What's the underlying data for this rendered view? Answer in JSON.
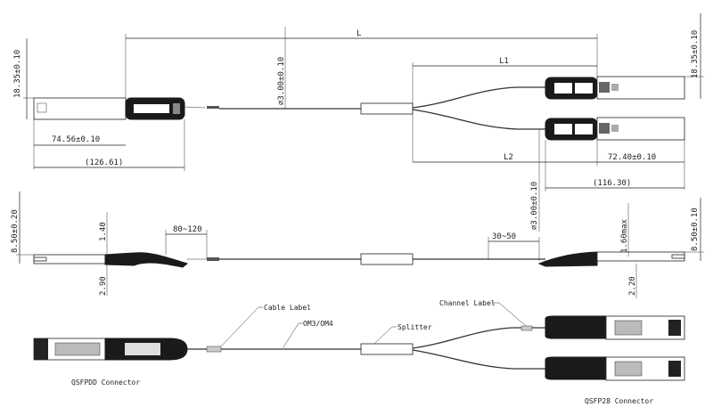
{
  "top_view": {
    "L": "L",
    "L1": "L1",
    "L2": "L2",
    "cable_dia_1": "∅3.00±0.10",
    "cable_dia_2": "∅3.00±0.10",
    "left_height": "18.35±0.10",
    "right_height": "18.35±0.10",
    "qsfpdd_len": "74.56±0.10",
    "qsfpdd_total": "(126.61)",
    "qsfp28_len": "72.40±0.10",
    "qsfp28_total": "(116.30)"
  },
  "side_view": {
    "left_height": "8.50±0.20",
    "right_height": "8.50±0.10",
    "d_140": "1.40",
    "d_290": "2.90",
    "d_80_120": "80~120",
    "d_30_50": "30~50",
    "d_160max": "1.60max",
    "d_220": "2.20"
  },
  "callouts": {
    "cable_label": "Cable Label",
    "om": "OM3/OM4",
    "splitter": "Splitter",
    "channel_label": "Channel Label",
    "qsfpdd_connector": "QSFPDD Connector",
    "qsfp28_connector": "QSFP28 Connector"
  },
  "colors": {
    "ink": "#222222",
    "label_grey": "#bbbbbb"
  }
}
